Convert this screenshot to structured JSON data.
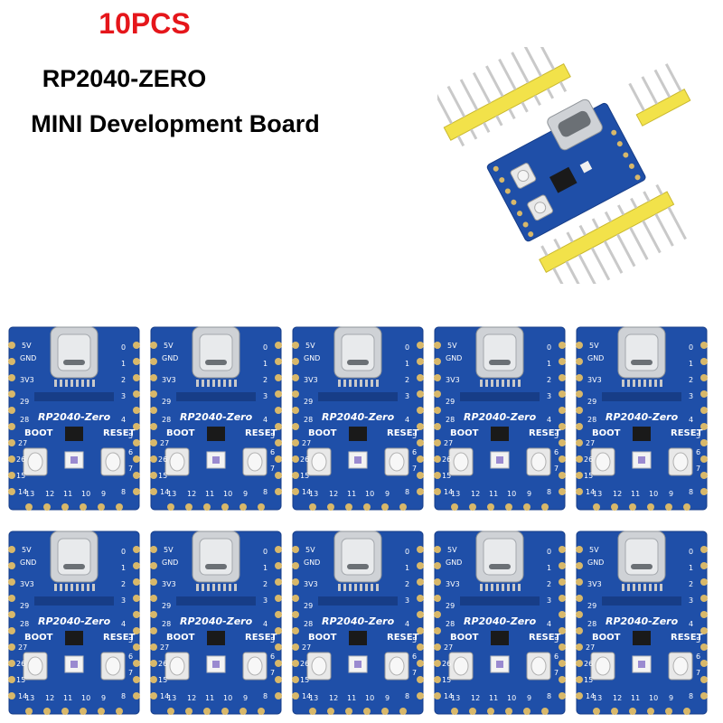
{
  "header": {
    "quantity": "10PCS",
    "model": "RP2040-ZERO",
    "subtitle": "MINI Development Board"
  },
  "board": {
    "silkscreen_title": "RP2040-Zero",
    "boot_label": "BOOT",
    "reset_label": "RESET",
    "left_pins": [
      "5V",
      "GND",
      "3V3",
      "29",
      "28",
      "27",
      "26",
      "15",
      "14"
    ],
    "right_pins": [
      "0",
      "1",
      "2",
      "3",
      "4",
      "5",
      "6",
      "7",
      "8"
    ],
    "bottom_pins": [
      "13",
      "12",
      "11",
      "10",
      "9"
    ]
  },
  "grid": {
    "rows": 2,
    "cols": 5
  },
  "colors": {
    "pcb": "#1f4fa8",
    "pcb_dark": "#173d87",
    "pad": "#d8b86a",
    "header_plastic": "#f2e24a",
    "pin_metal": "#c9c9c9",
    "usb_metal": "#cfd2d6",
    "title_red": "#e5161b"
  }
}
